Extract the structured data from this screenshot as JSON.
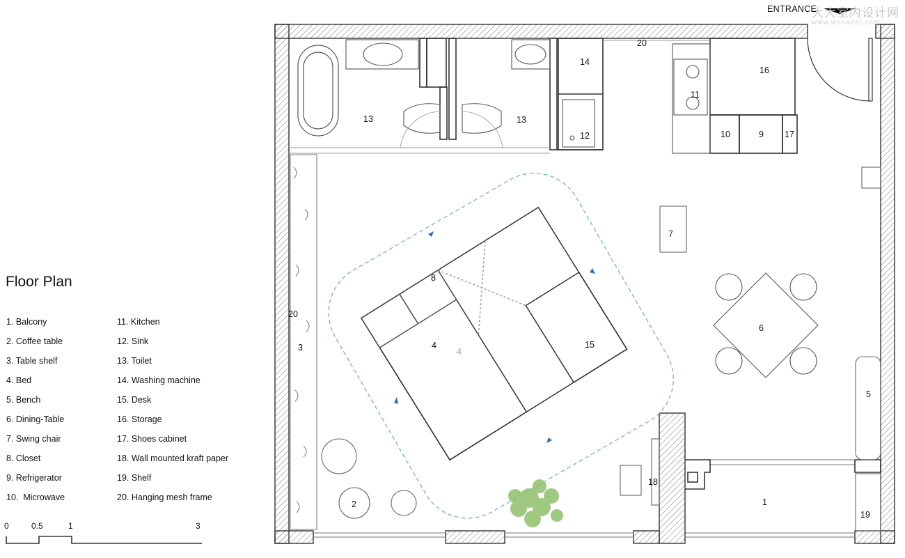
{
  "title": "Floor Plan",
  "entrance_label": "ENTRANCE",
  "watermark": {
    "line1": "大大室内设计网",
    "line2": "www.wonader.com"
  },
  "legend": {
    "left": [
      "1. Balcony",
      "2. Coffee table",
      "3. Table shelf",
      "4. Bed",
      "5. Bench",
      "6. Dining-Table",
      "7. Swing chair",
      "8. Closet",
      "9. Refrigerator",
      "10.  Microwave"
    ],
    "right": [
      "11. Kitchen",
      "12. Sink",
      "13. Toilet",
      "14. Washing machine",
      "15. Desk",
      "16. Storage",
      "17. Shoes cabinet",
      "18. Wall mounted kraft paper",
      "19. Shelf",
      "20. Hanging mesh frame"
    ]
  },
  "scale": {
    "labels": [
      "0",
      "0.5",
      "1",
      "3"
    ]
  },
  "plan_labels": {
    "balcony": "1",
    "coffee_table": "2",
    "table_shelf": "3",
    "bed": "4",
    "bed_inner": "4",
    "bench": "5",
    "dining_table": "6",
    "swing_chair": "7",
    "closet": "8",
    "refrigerator": "9",
    "microwave": "10",
    "kitchen": "11",
    "sink": "12",
    "toilet_left": "13",
    "toilet_right": "13",
    "washing_machine": "14",
    "desk": "15",
    "storage": "16",
    "shoes_cabinet": "17",
    "kraft_paper": "18",
    "shelf": "19",
    "mesh_frame_top": "20",
    "mesh_frame_left": "20"
  },
  "colors": {
    "wall": "#555555",
    "circulation_path": "#6fa8c8",
    "arrow": "#2f6db5",
    "plant": "#8fbf6a"
  }
}
